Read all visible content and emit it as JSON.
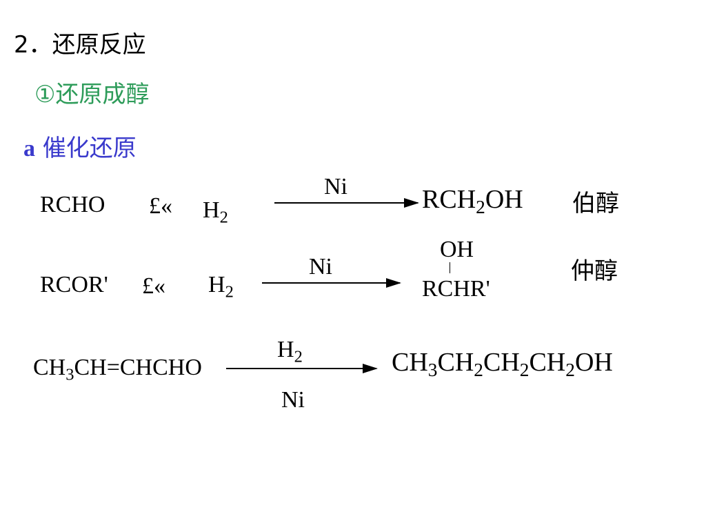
{
  "heading": {
    "number": "2．",
    "title": "还原反应"
  },
  "subheading": {
    "text": "①还原成醇",
    "color": "#2e9c5a"
  },
  "section": {
    "letter": "a",
    "title": "催化还原",
    "color": "#3a3acc"
  },
  "reaction1": {
    "reactant": "RCHO",
    "plus": "£«",
    "reagent_main": "H",
    "reagent_sub": "2",
    "catalyst": "Ni",
    "product_a": "RCH",
    "product_sub": "2",
    "product_b": "OH",
    "label": "伯醇"
  },
  "reaction2": {
    "reactant": "RCOR'",
    "plus": "£«",
    "reagent_main": "H",
    "reagent_sub": "2",
    "catalyst": "Ni",
    "product_top": "OH",
    "product_main": "RCHR'",
    "label": "仲醇"
  },
  "reaction3": {
    "reactant_a": "CH",
    "reactant_sub": "3",
    "reactant_b": "CH=CHCHO",
    "above_main": "H",
    "above_sub": "2",
    "below": "Ni",
    "p1": "CH",
    "s1": "3",
    "p2": "CH",
    "s2": "2",
    "p3": "CH",
    "s3": "2",
    "p4": "CH",
    "s4": "2",
    "p5": "OH"
  }
}
